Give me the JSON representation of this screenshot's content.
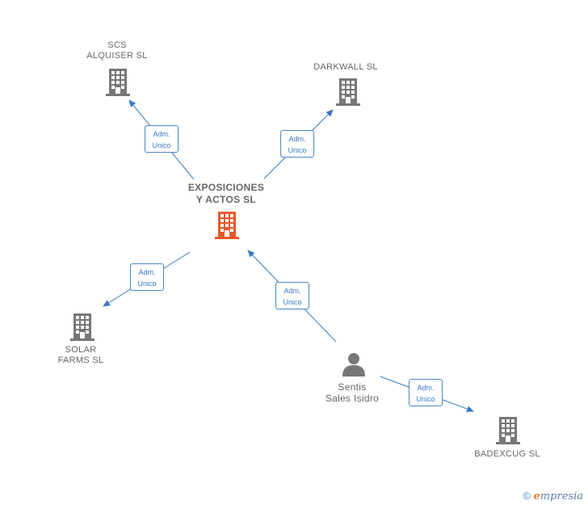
{
  "nodes": {
    "exposiciones": {
      "line1": "EXPOSICIONES",
      "line2": "Y ACTOS  SL",
      "color": "#e8592a"
    },
    "scs": {
      "line1": "SCS",
      "line2": "ALQUISER  SL",
      "color": "#777777"
    },
    "darkwall": {
      "line1": "DARKWALL  SL",
      "color": "#777777"
    },
    "solar": {
      "line1": "SOLAR",
      "line2": "FARMS  SL",
      "color": "#777777"
    },
    "sentis": {
      "line1": "Sentis",
      "line2": "Sales Isidro",
      "color": "#777777"
    },
    "badexcug": {
      "line1": "BADEXCUG  SL",
      "color": "#777777"
    }
  },
  "edges": {
    "e1": {
      "line1": "Adm.",
      "line2": "Unico"
    },
    "e2": {
      "line1": "Adm.",
      "line2": "Unico"
    },
    "e3": {
      "line1": "Adm.",
      "line2": "Unico"
    },
    "e4": {
      "line1": "Adm.",
      "line2": "Unico"
    },
    "e5": {
      "line1": "Adm.",
      "line2": "Unico"
    }
  },
  "edge_color": "#3a78c2",
  "footer": {
    "copyright": "©",
    "brand_first": "e",
    "brand_rest": "mpresia"
  }
}
